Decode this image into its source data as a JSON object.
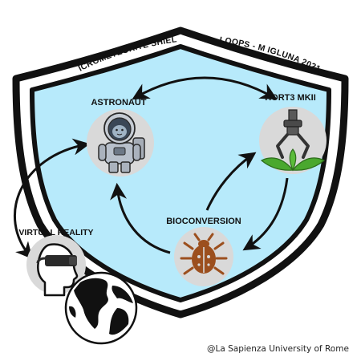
{
  "shield": {
    "left_label": "MICROMETEORITE SHIELD",
    "right_label": "LOOPS - M IGLUNA 2021",
    "fill_color": "#b7eafb"
  },
  "nodes": {
    "astronaut": {
      "label": "ASTRONAUT",
      "icon": "astronaut-icon"
    },
    "hort3": {
      "label": "HORT3 MKII",
      "icon": "robot-gripper-plant-icon"
    },
    "bioconversion": {
      "label": "BIOCONVERSION",
      "icon": "beetle-icon"
    },
    "virtual_reality": {
      "label": "VIRTUAL REALITY",
      "icon": "vr-headset-head-icon"
    },
    "earth": {
      "icon": "earth-globe-icon"
    }
  },
  "credit": "@La Sapienza University of Rome",
  "colors": {
    "node_bg": "#d9d9d9",
    "beetle": "#9c4f1e",
    "leaf": "#4aa82f",
    "outline": "#111111"
  }
}
